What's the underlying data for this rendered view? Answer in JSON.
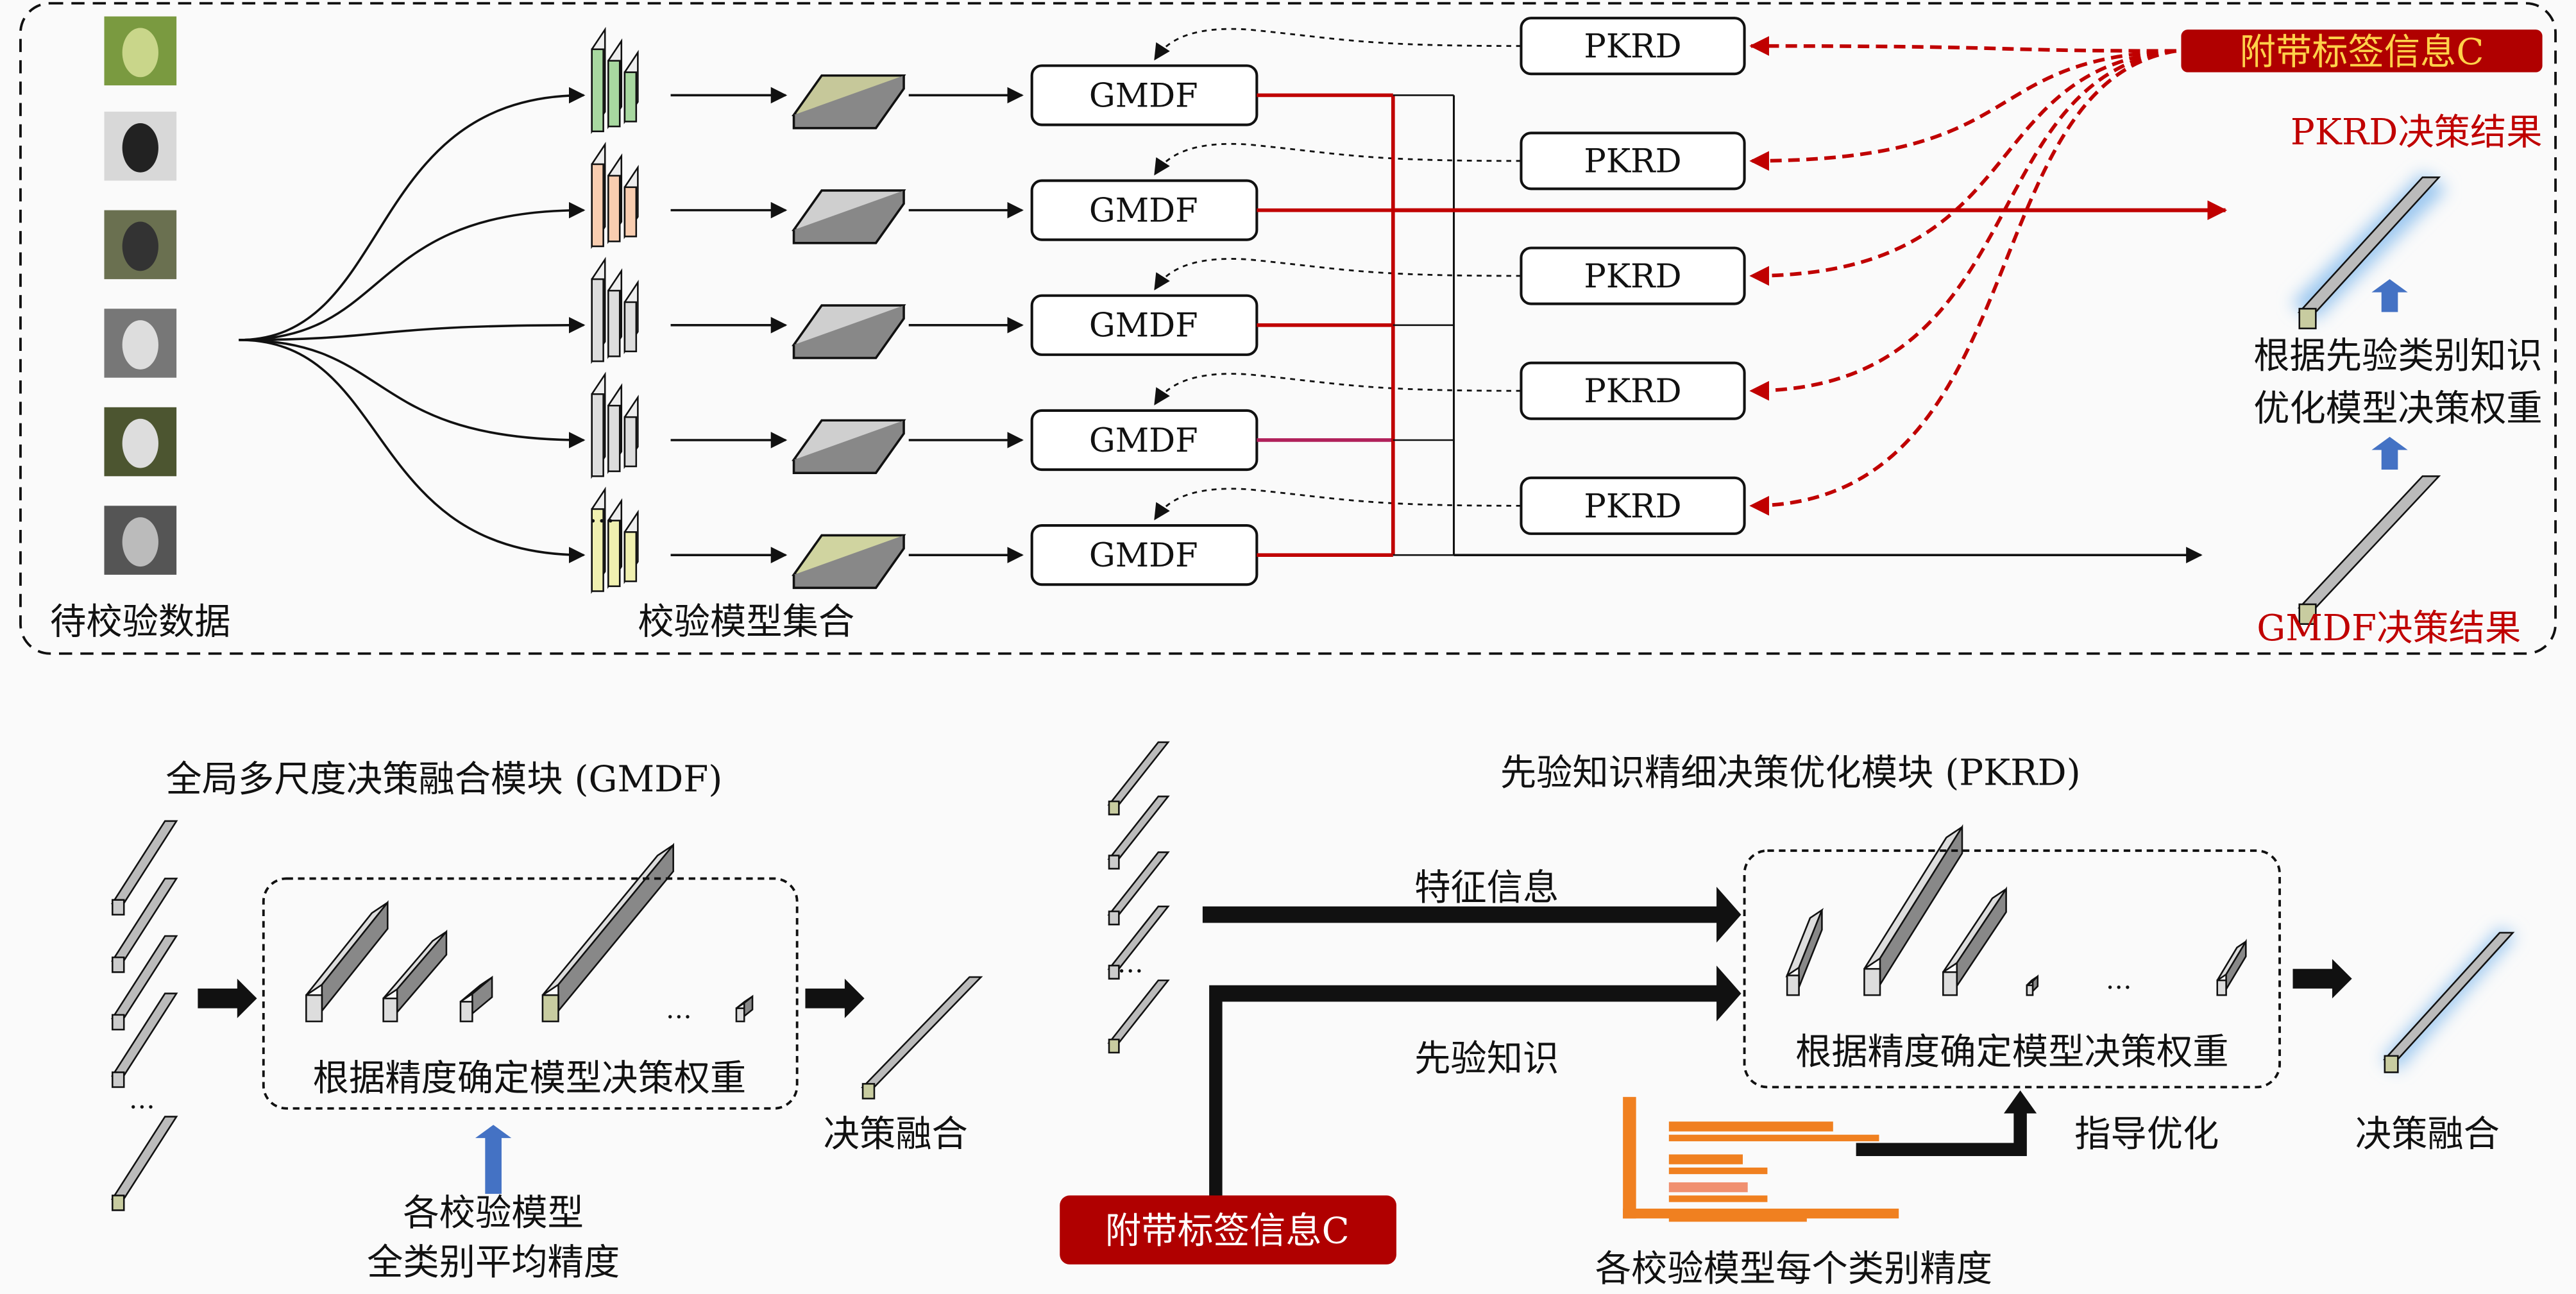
{
  "top": {
    "input_label": "待校验数据",
    "models_label": "校验模型集合",
    "gmdf_box": "GMDF",
    "pkrd_box": "PKRD",
    "label_info": "附带标签信息C",
    "pkrd_result": "PKRD决策结果",
    "optimize_line1": "根据先验类别知识",
    "optimize_line2": "优化模型决策权重",
    "gmdf_result": "GMDF决策结果",
    "ellipsis": "…"
  },
  "gmdf_module": {
    "title": "全局多尺度决策融合模块 (GMDF)",
    "inner_label": "根据精度确定模型决策权重",
    "output_label": "决策融合",
    "input_line1": "各校验模型",
    "input_line2": "全类别平均精度",
    "ellipsis": "…"
  },
  "pkrd_module": {
    "title": "先验知识精细决策优化模块 (PKRD)",
    "feature_label": "特征信息",
    "prior_label": "先验知识",
    "label_info": "附带标签信息C",
    "inner_label": "根据精度确定模型决策权重",
    "guide_label": "指导优化",
    "output_label": "决策融合",
    "accuracy_label": "各校验模型每个类别精度",
    "ellipsis": "…"
  },
  "colors": {
    "red": "#c00000",
    "label_bg": "#b00000",
    "label_text": "#ffd24a",
    "blue_arrow": "#4472c4",
    "orange": "#f08020",
    "bar_green": "#c8cca0",
    "bar_gray": "#b8b8b8"
  }
}
